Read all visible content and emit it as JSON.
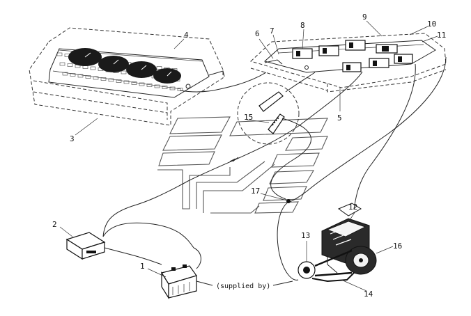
{
  "diagram": {
    "callouts": [
      "1",
      "2",
      "3",
      "4",
      "5",
      "6",
      "7",
      "8",
      "9",
      "10",
      "11",
      "12",
      "13",
      "14",
      "15",
      "16",
      "17"
    ],
    "supplied_note": "(supplied by)"
  },
  "colors": {
    "ink": "#222222",
    "unit_dark": "#1a1a1a",
    "background": "#ffffff"
  }
}
